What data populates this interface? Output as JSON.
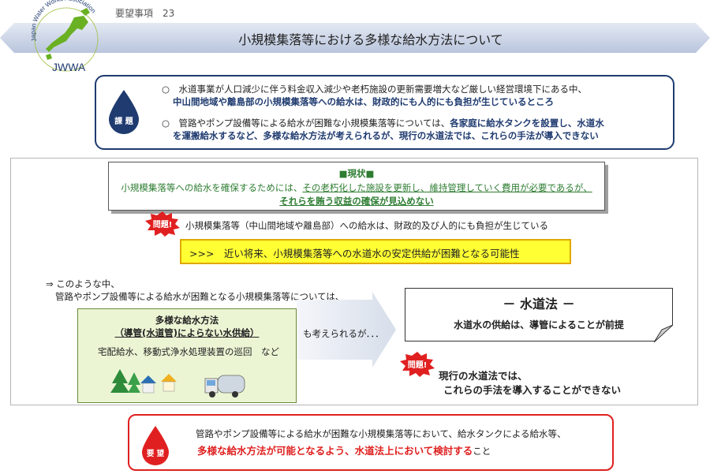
{
  "header": {
    "page_label": "要望事項　23",
    "title": "小規模集落等における多様な給水方法について",
    "logo_text": "JWWA",
    "logo_arc_text": "Japan Water Works Association"
  },
  "issue": {
    "badge": "課 題",
    "line1": "○　水道事業が人口減少に伴う料金収入減少や老朽施設の更新需要増大など厳しい経営環境下にある中、",
    "line2a": "中山間地域や離島部の小規模集落等への給水",
    "line2b": "は、",
    "line2c": "財政的にも人的にも負担が生じているところ",
    "line3a": "○　管路やポンプ設備等による給水が困難な小規模集落等については、",
    "line3b": "各家庭に給水タンクを設置し、水道水",
    "line4": "を運搬給水するなど、多様な給水方法が考えられるが、現行の水道法では、これらの手法が導入できない"
  },
  "status": {
    "title": "■現状■",
    "line1a": "小規模集落等への給水を確保するためには、",
    "line1b": "その老朽化した施設を更新し、維持管理していく費用が必要であるが、",
    "line2": "それらを賄う収益の確保が見込めない"
  },
  "problem1": {
    "badge": "問題!",
    "text": "小規模集落等（中山間地域や離島部）への給水は、財政的及び人的にも負担が生じている"
  },
  "highlight": ">>>　近い将来、小規模集落等への水道水の安定供給が困難となる可能性",
  "context": {
    "line1": "⇒ このような中、",
    "line2": "管路やポンプ設備等による給水が困難となる小規模集落等については、"
  },
  "methods": {
    "title1": "多様な給水方法",
    "title2": "（導管(水道管)によらない水供給）",
    "examples": "宅配給水、移動式浄水処理装置の巡回　など"
  },
  "arrow_text": "も考えられるが．．．",
  "law": {
    "title": "－ 水道法 －",
    "subtitle": "水道水の供給は、導管によることが前提"
  },
  "problem2": {
    "badge": "問題!",
    "line1": "現行の水道法では、",
    "line2": "これらの手法を導入することができない"
  },
  "request": {
    "badge": "要 望",
    "line1": "管路やポンプ設備等による給水が困難な小規模集落等において、給水タンクによる給水等、",
    "line2a": "多様な給水方法が可能となるよう、水道法上において検討する",
    "line2b": "こと"
  },
  "colors": {
    "navy": "#1f3b70",
    "green_text": "#2e7d32",
    "red": "#e02020",
    "yellow": "#ffff33",
    "title_band": "#c9d3e6"
  }
}
